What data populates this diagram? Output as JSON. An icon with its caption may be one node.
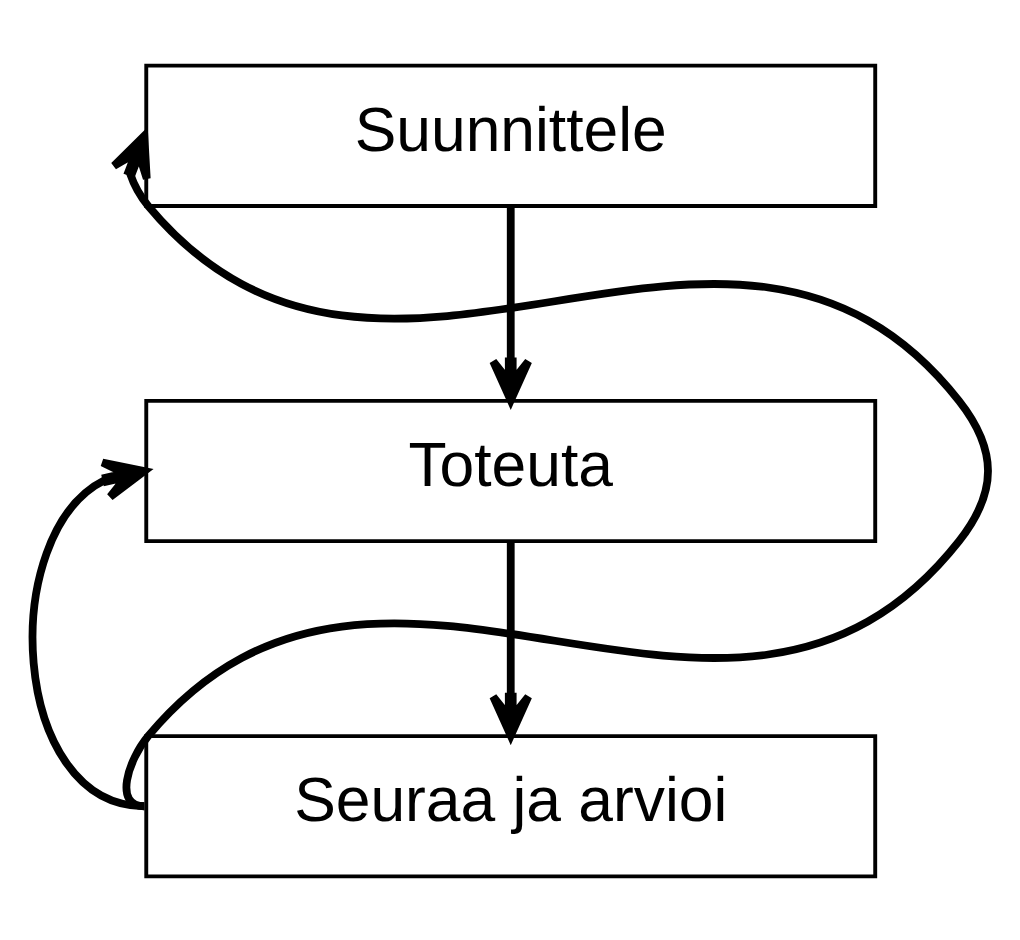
{
  "diagram": {
    "nodes": [
      {
        "text": [
          "Suunnittele"
        ]
      },
      {
        "text": [
          "Toteuta"
        ]
      },
      {
        "text": [
          "Seuraa ja arvioi"
        ]
      }
    ],
    "edges": [
      {
        "from": 0,
        "to": 1,
        "arrow": "to"
      },
      {
        "from": 1,
        "to": 2,
        "arrow": "to"
      },
      {
        "from": 2,
        "to": 0,
        "arrow": "to"
      },
      {
        "from": 2,
        "to": 1,
        "arrow": "to"
      }
    ]
  }
}
